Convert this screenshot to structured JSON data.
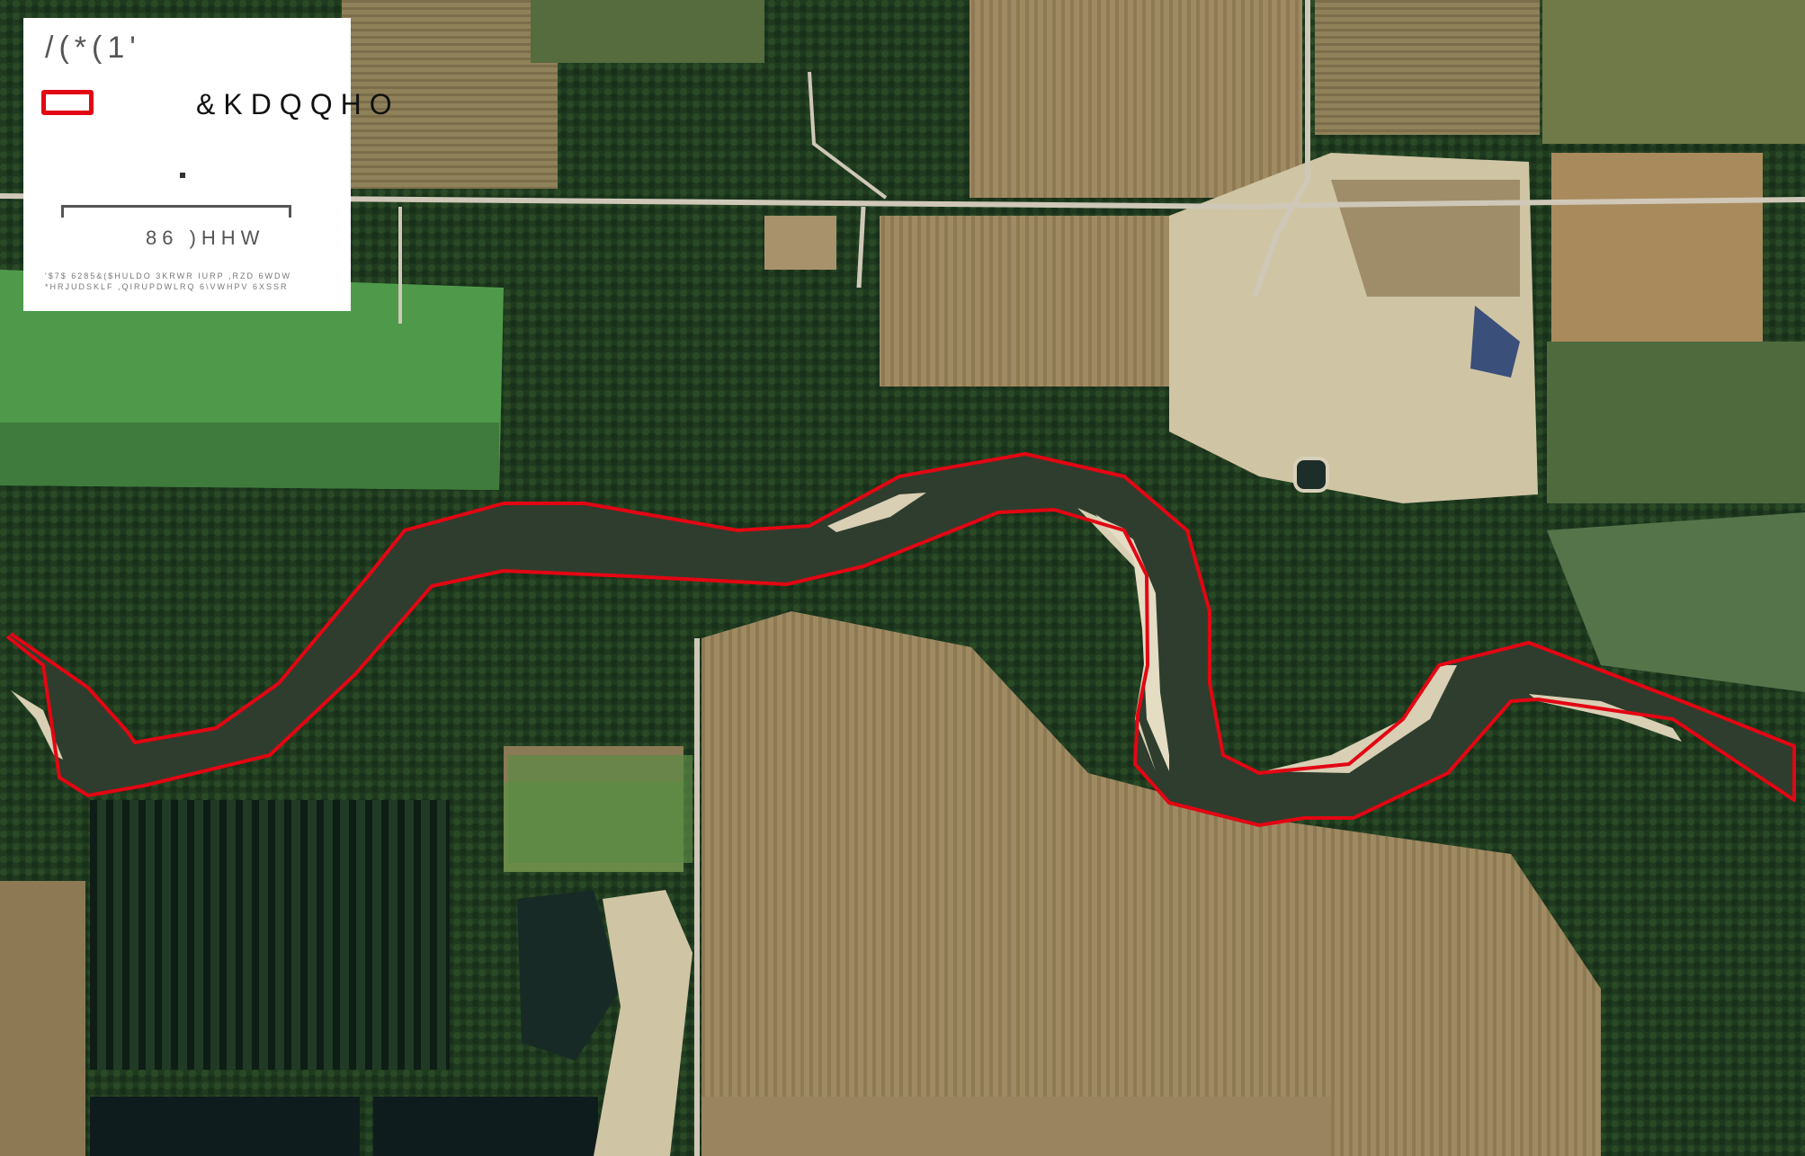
{
  "legend": {
    "title": "/(*(1'",
    "item_label": "&KDQQHO",
    "north_marker": ".",
    "scale_label": "86 )HHW",
    "credit_line_1": "'$7$ 6285&($HULDO 3KRWR IURP ,RZD 6WDW",
    "credit_line_2": "*HRJUDSKLF ,QIRUPDWLRQ 6\\VWHPV 6XSSR"
  },
  "colors": {
    "channel_outline": "#e30613",
    "legend_background": "#ffffff",
    "river_water": "#2f3d2e",
    "sandbar": "#d8cfb4",
    "forest": "#1f3a1f",
    "cropland": "#8a7a55",
    "green_field": "#4f9a4a",
    "road": "#cfc8b8"
  }
}
